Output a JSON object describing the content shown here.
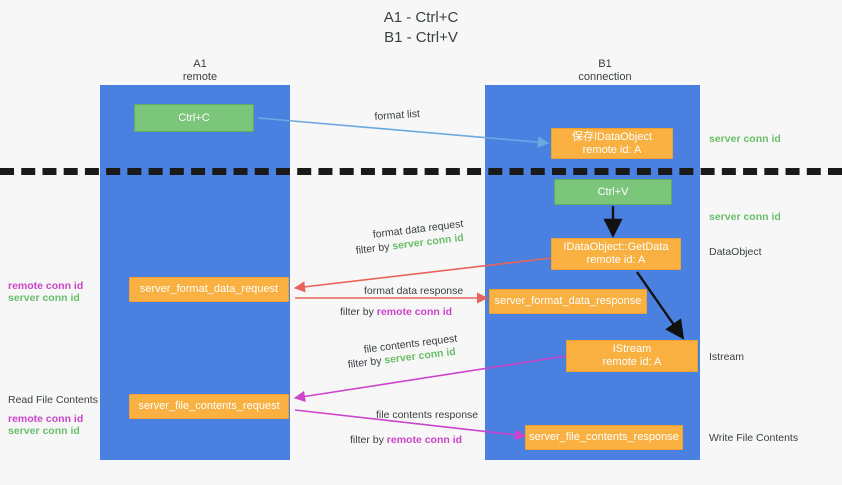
{
  "title": "A1 - Ctrl+C\nB1 - Ctrl+V",
  "lanes": [
    {
      "name": "A1",
      "role": "remote",
      "header": "A1\nremote"
    },
    {
      "name": "B1",
      "role": "connection",
      "header": "B1\nconnection"
    }
  ],
  "boxes": {
    "ctrl_c": "Ctrl+C",
    "ctrl_v": "Ctrl+V",
    "save_idataobject": "保存IDataObject\nremote id: A",
    "getdata": "IDataObject::GetData\nremote id: A",
    "istream": "IStream\nremote id: A",
    "server_format_data_request": "server_format_data_request",
    "server_format_data_response": "server_format_data_response",
    "server_file_contents_request": "server_file_contents_request",
    "server_file_contents_response": "server_file_contents_response"
  },
  "edge_labels": {
    "format_list": "format list",
    "format_data_request": "format data request",
    "format_data_request_filter_prefix": "filter by ",
    "format_data_request_filter_value": "server conn id",
    "format_data_response": "format data response",
    "format_data_response_filter_prefix": "filter by ",
    "format_data_response_filter_value": "remote conn id",
    "file_contents_request": "file contents request",
    "file_contents_request_filter_prefix": "filter by ",
    "file_contents_request_filter_value": "server conn id",
    "file_contents_response": "file contents response",
    "file_contents_response_filter_prefix": "filter by ",
    "file_contents_response_filter_value": "remote conn id"
  },
  "right_notes": {
    "server_conn_id_top": "server conn id",
    "server_conn_id_mid": "server conn id",
    "dataobject": "DataObject",
    "istream": "Istream",
    "write_file_contents": "Write File Contents"
  },
  "left_notes": {
    "remote_conn_id_1": "remote conn id",
    "server_conn_id_1": "server conn id",
    "read_file_contents": "Read File Contents",
    "remote_conn_id_2": "remote conn id",
    "server_conn_id_2": "server conn id"
  },
  "colors": {
    "lane": "#4a80e0",
    "green_box": "#7bc67b",
    "orange_box": "#fbb042",
    "green_text": "#6abf69",
    "magenta_text": "#cc44cc",
    "arrow_blue": "#6aa9e0",
    "arrow_red": "#e8645a",
    "arrow_magenta": "#c councils",
    "arrow_black": "#111111",
    "background": "#f7f7f7"
  }
}
